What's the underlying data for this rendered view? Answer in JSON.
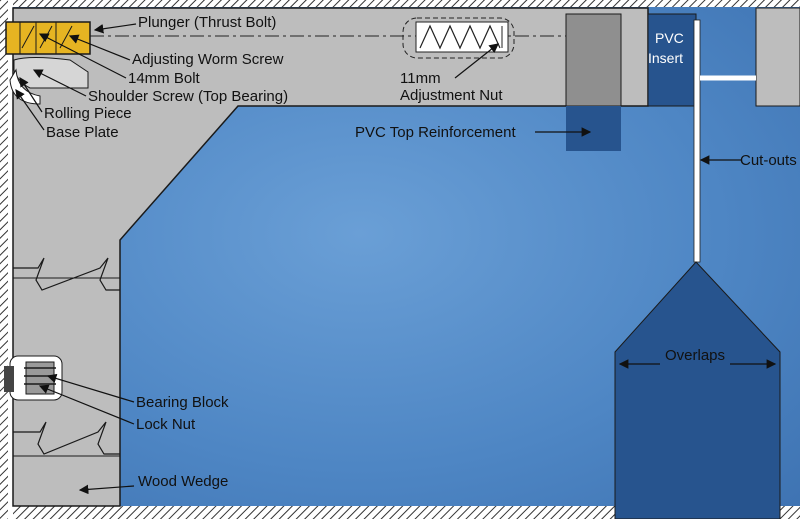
{
  "diagram": {
    "labels": {
      "plunger": "Plunger (Thrust Bolt)",
      "worm_screw": "Adjusting Worm Screw",
      "bolt_14mm": "14mm Bolt",
      "shoulder_screw": "Shoulder Screw (Top Bearing)",
      "rolling_piece": "Rolling Piece",
      "base_plate": "Base Plate",
      "adj_nut_line1": "11mm",
      "adj_nut_line2": "Adjustment Nut",
      "pvc_insert_line1": "PVC",
      "pvc_insert_line2": "Insert",
      "pvc_top_reinforcement": "PVC Top Reinforcement",
      "cut_outs": "Cut-outs",
      "overlaps": "Overlaps",
      "bearing_block": "Bearing Block",
      "lock_nut": "Lock Nut",
      "wood_wedge": "Wood Wedge"
    },
    "colors": {
      "water": "#4e86c4",
      "steel": "#b9b9b9",
      "brass": "#e6b422",
      "pvc": "#27548e",
      "outline": "#1a1a1a"
    }
  }
}
